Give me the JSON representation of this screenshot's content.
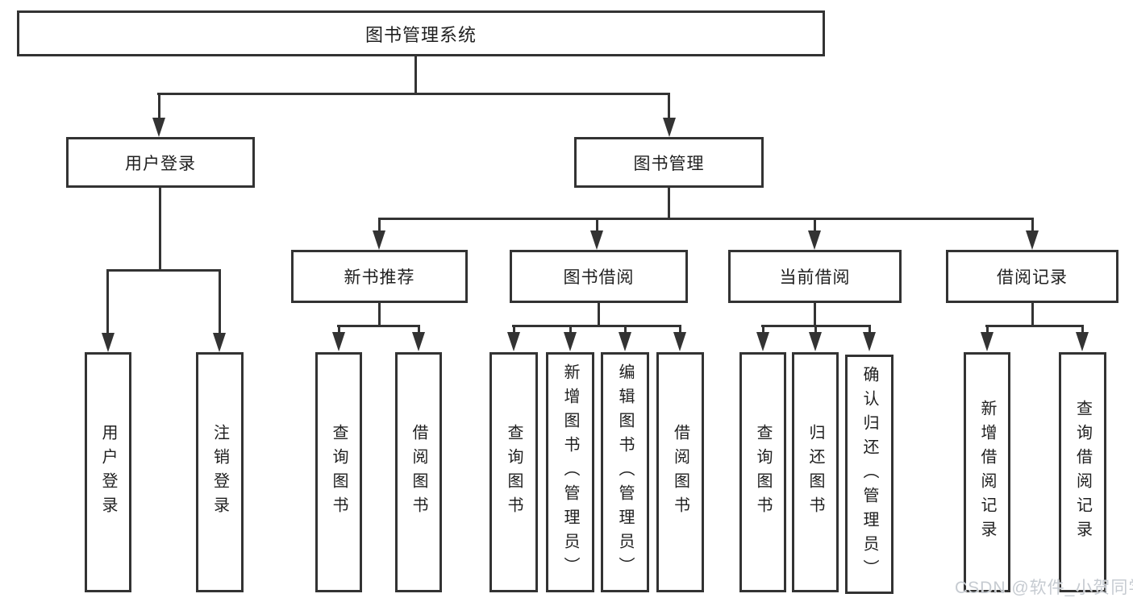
{
  "diagram": {
    "root": {
      "label": "图书管理系统"
    },
    "user_login": {
      "label": "用户登录",
      "children": [
        {
          "label": "用户登录"
        },
        {
          "label": "注销登录"
        }
      ]
    },
    "book_mgmt": {
      "label": "图书管理",
      "sections": [
        {
          "label": "新书推荐",
          "children": [
            {
              "label": "查询图书"
            },
            {
              "label": "借阅图书"
            }
          ]
        },
        {
          "label": "图书借阅",
          "children": [
            {
              "label": "查询图书"
            },
            {
              "label": "新增图书（管理员）"
            },
            {
              "label": "编辑图书（管理员）"
            },
            {
              "label": "借阅图书"
            }
          ]
        },
        {
          "label": "当前借阅",
          "children": [
            {
              "label": "查询图书"
            },
            {
              "label": "归还图书"
            },
            {
              "label": "确认归还（管理员）"
            }
          ]
        },
        {
          "label": "借阅记录",
          "children": [
            {
              "label": "新增借阅记录"
            },
            {
              "label": "查询借阅记录"
            }
          ]
        }
      ]
    }
  },
  "watermark": {
    "text": "CSDN @软件_小贺同学"
  },
  "colors": {
    "line": "#333333",
    "text": "#1f1f1f",
    "watermark": "#c6cbd1",
    "background": "#ffffff"
  }
}
